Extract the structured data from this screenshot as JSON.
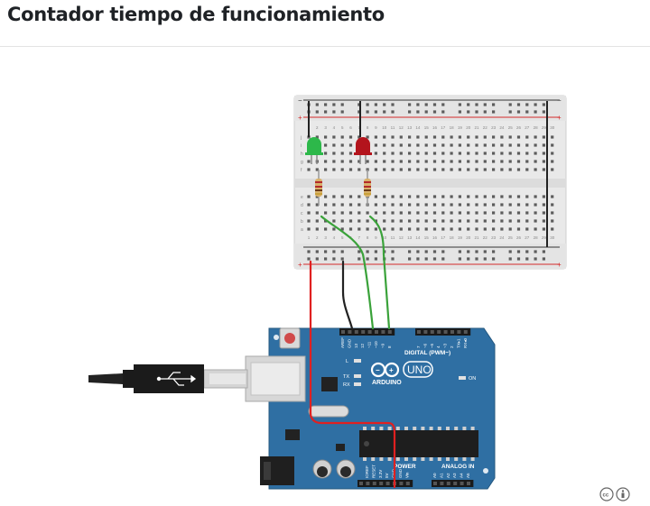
{
  "page": {
    "title": "Contador tiempo de funcionamiento"
  },
  "breadboard": {
    "column_numbers": [
      "1",
      "2",
      "3",
      "4",
      "5",
      "6",
      "7",
      "8",
      "9",
      "10",
      "11",
      "12",
      "13",
      "14",
      "15",
      "16",
      "17",
      "18",
      "19",
      "20",
      "21",
      "22",
      "23",
      "24",
      "25",
      "26",
      "27",
      "28",
      "29",
      "30"
    ],
    "row_letters_top": [
      "j",
      "i",
      "h",
      "g",
      "f"
    ],
    "row_letters_bottom": [
      "e",
      "d",
      "c",
      "b",
      "a"
    ],
    "rail_plus": "+",
    "rail_minus": "−"
  },
  "components": {
    "led_green_color": "#2db84a",
    "led_red_color": "#b3141c",
    "wire_red": "#e02020",
    "wire_black": "#222222",
    "wire_green": "#3aa23a"
  },
  "arduino": {
    "board_color": "#2f6fa3",
    "brand": "ARDUINO",
    "model": "UNO",
    "digital_label": "DIGITAL (PWM~)",
    "power_label": "POWER",
    "analog_label": "ANALOG IN",
    "on_label": "ON",
    "tx_label": "TX",
    "rx_label": "RX",
    "l_label": "L",
    "pin_labels_left": [
      "AREF",
      "GND",
      "13",
      "12",
      "~11",
      "~10",
      "~9",
      "8"
    ],
    "pin_labels_right": [
      "7",
      "~6",
      "~5",
      "4",
      "~3",
      "2",
      "TX▸1",
      "RX◂0"
    ],
    "power_pins": [
      "IOREF",
      "RESET",
      "3.3V",
      "5V",
      "GND",
      "GND",
      "Vin"
    ],
    "analog_pins": [
      "A0",
      "A1",
      "A2",
      "A3",
      "A4",
      "A5"
    ]
  },
  "icons": {
    "usb_cable": "usb-cable-icon",
    "license": "creative-commons-icon"
  }
}
